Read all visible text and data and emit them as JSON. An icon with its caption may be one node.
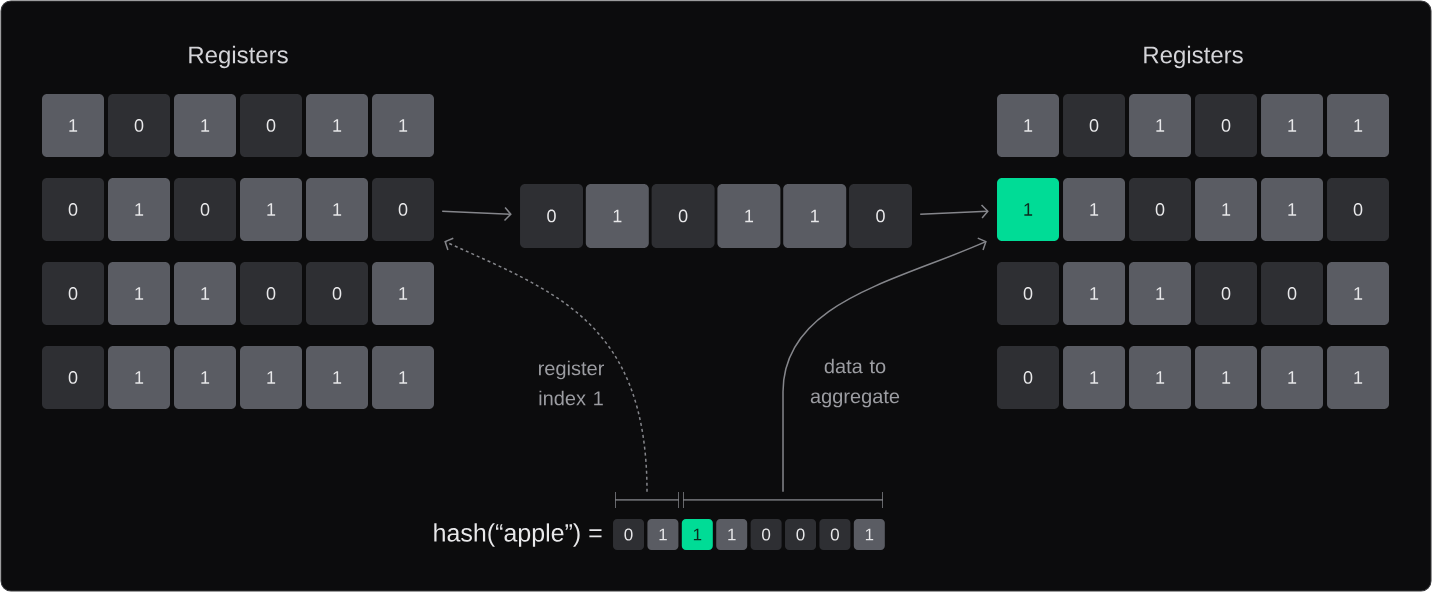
{
  "diagram": {
    "nodes": [
      {
        "text": [
          "1"
        ]
      },
      {
        "text": [
          "0"
        ]
      },
      {
        "text": [
          "1"
        ]
      },
      {
        "text": [
          "0"
        ]
      },
      {
        "text": [
          "1"
        ]
      },
      {
        "text": [
          "1"
        ]
      },
      {
        "text": [
          "0"
        ]
      },
      {
        "text": [
          "1"
        ]
      },
      {
        "text": [
          "0"
        ]
      },
      {
        "text": [
          "1"
        ]
      },
      {
        "text": [
          "1"
        ]
      },
      {
        "text": [
          "0"
        ]
      },
      {
        "text": [
          "0"
        ]
      },
      {
        "text": [
          "1"
        ]
      },
      {
        "text": [
          "1"
        ]
      },
      {
        "text": [
          "0"
        ]
      },
      {
        "text": [
          "0"
        ]
      },
      {
        "text": [
          "1"
        ]
      },
      {
        "text": [
          "0"
        ]
      },
      {
        "text": [
          "1"
        ]
      },
      {
        "text": [
          "1"
        ]
      },
      {
        "text": [
          "1"
        ]
      },
      {
        "text": [
          "1"
        ]
      },
      {
        "text": [
          "1"
        ]
      },
      {
        "text": [
          "0"
        ]
      },
      {
        "text": [
          "1"
        ]
      },
      {
        "text": [
          "0"
        ]
      },
      {
        "text": [
          "1"
        ]
      },
      {
        "text": [
          "1"
        ]
      },
      {
        "text": [
          "0"
        ]
      },
      {
        "text": [
          "1"
        ]
      },
      {
        "text": [
          "0"
        ]
      },
      {
        "text": [
          "1"
        ]
      },
      {
        "text": [
          "0"
        ]
      },
      {
        "text": [
          "1"
        ]
      },
      {
        "text": [
          "1"
        ]
      },
      {
        "text": [
          "1"
        ]
      },
      {
        "text": [
          "1"
        ]
      },
      {
        "text": [
          "0"
        ]
      },
      {
        "text": [
          "1"
        ]
      },
      {
        "text": [
          "1"
        ]
      },
      {
        "text": [
          "0"
        ]
      },
      {
        "text": [
          "0"
        ]
      },
      {
        "text": [
          "1"
        ]
      },
      {
        "text": [
          "1"
        ]
      },
      {
        "text": [
          "0"
        ]
      },
      {
        "text": [
          "0"
        ]
      },
      {
        "text": [
          "1"
        ]
      },
      {
        "text": [
          "0"
        ]
      },
      {
        "text": [
          "1"
        ]
      },
      {
        "text": [
          "1"
        ]
      },
      {
        "text": [
          "1"
        ]
      },
      {
        "text": [
          "1"
        ]
      },
      {
        "text": [
          "1"
        ]
      },
      {
        "text": [],
        "shape": "bracket"
      },
      {
        "text": [],
        "shape": "bracket"
      },
      {
        "text": [
          "0"
        ]
      },
      {
        "text": [
          "1"
        ]
      },
      {
        "text": [
          "1"
        ]
      },
      {
        "text": [
          "1"
        ]
      },
      {
        "text": [
          "0"
        ]
      },
      {
        "text": [
          "0"
        ]
      },
      {
        "text": [
          "0"
        ]
      },
      {
        "text": [
          "1"
        ]
      }
    ],
    "edges": [
      {
        "from": 11,
        "to": 24,
        "arrow": "to"
      },
      {
        "from": 29,
        "to": 36,
        "arrow": "to"
      },
      {
        "from": 54,
        "to": 11,
        "arrow": "to",
        "style": "dashed",
        "label": "register index 1"
      },
      {
        "from": 55,
        "to": 36,
        "arrow": "to",
        "label": "data to aggregate"
      }
    ],
    "labels": [
      "Registers",
      "Registers",
      "hash(“apple”) ="
    ]
  }
}
